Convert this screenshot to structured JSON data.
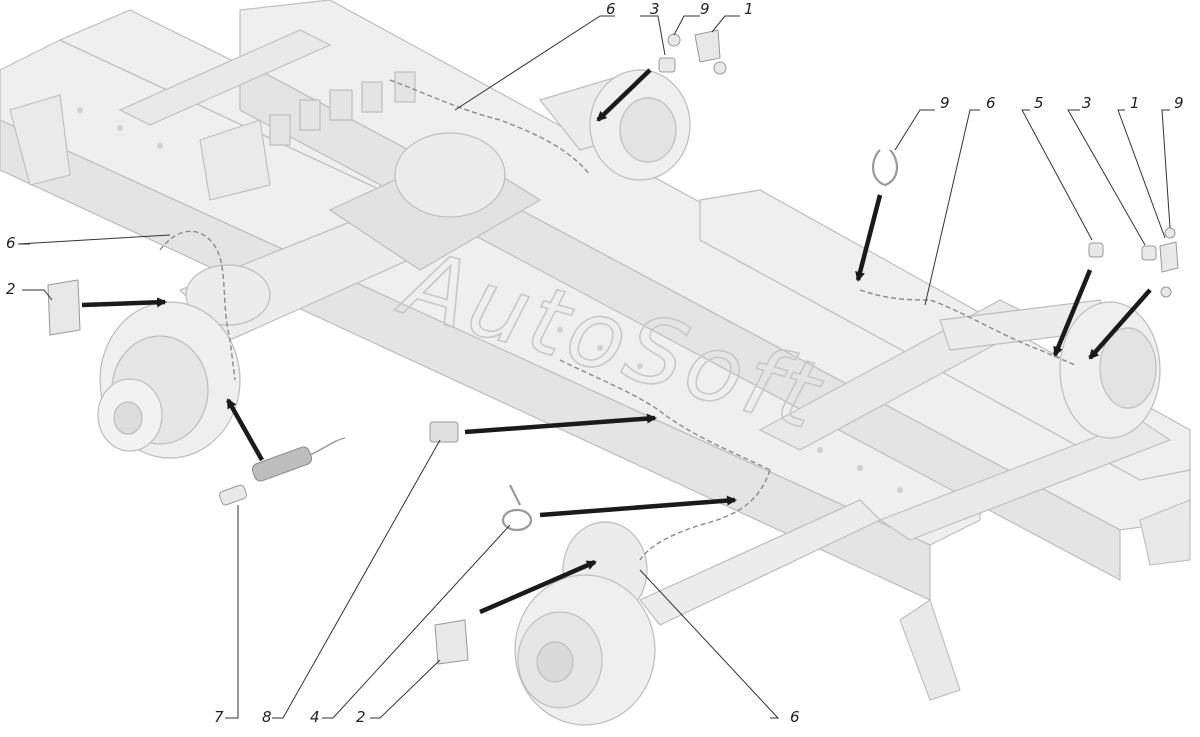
{
  "watermark": "AutoSoft",
  "colors": {
    "part_fill": "#efefef",
    "part_stroke": "#bdbdbd",
    "part_shadow": "#d6d6d6",
    "wire": "#8a8a8a",
    "arrow": "#1a1a1a",
    "leader": "#333333"
  },
  "callouts": {
    "c1_top": "1",
    "c3_top": "3",
    "c9_top": "9",
    "c6_top": "6",
    "c9_mid": "9",
    "c6_mid": "6",
    "c5_right": "5",
    "c3_right": "3",
    "c1_right": "1",
    "c9_right": "9",
    "c6_left": "6",
    "c2_left": "2",
    "c7_bottom": "7",
    "c8_bottom": "8",
    "c4_bottom": "4",
    "c2_bottom": "2",
    "c6_bottom": "6"
  }
}
